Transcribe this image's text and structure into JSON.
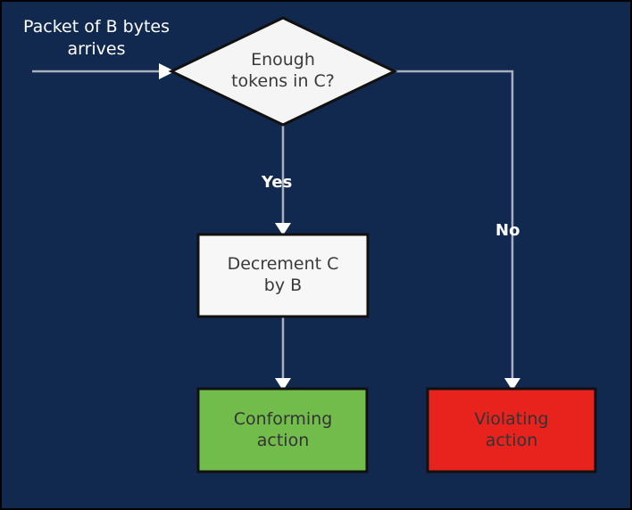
{
  "diagram": {
    "title_caption": "Packet of B bytes\narrives",
    "background_color": "#11284f",
    "nodes": [
      {
        "id": "decision",
        "shape": "diamond",
        "label": "Enough\ntokens in C?",
        "fill": "#f5f5f5",
        "stroke": "#111111",
        "text_color": "#3a3a3a"
      },
      {
        "id": "process",
        "shape": "rectangle",
        "label": "Decrement C\nby B",
        "fill": "#f7f7f7",
        "stroke": "#111111",
        "text_color": "#3a3a3a"
      },
      {
        "id": "conforming",
        "shape": "rectangle",
        "label": "Conforming\naction",
        "fill": "#72bc4c",
        "stroke": "#111111",
        "text_color": "#333333"
      },
      {
        "id": "violating",
        "shape": "rectangle",
        "label": "Violating\naction",
        "fill": "#e8231d",
        "stroke": "#111111",
        "text_color": "#333333"
      }
    ],
    "edges": [
      {
        "id": "arrival",
        "from": "input",
        "to": "decision",
        "label": ""
      },
      {
        "id": "yes-branch",
        "from": "decision",
        "to": "process",
        "label": "Yes"
      },
      {
        "id": "process-to-conforming",
        "from": "process",
        "to": "conforming",
        "label": ""
      },
      {
        "id": "no-branch",
        "from": "decision",
        "to": "violating",
        "label": "No"
      }
    ],
    "edge_color": "#a8b0c0",
    "edge_label_color": "#ffffff"
  }
}
